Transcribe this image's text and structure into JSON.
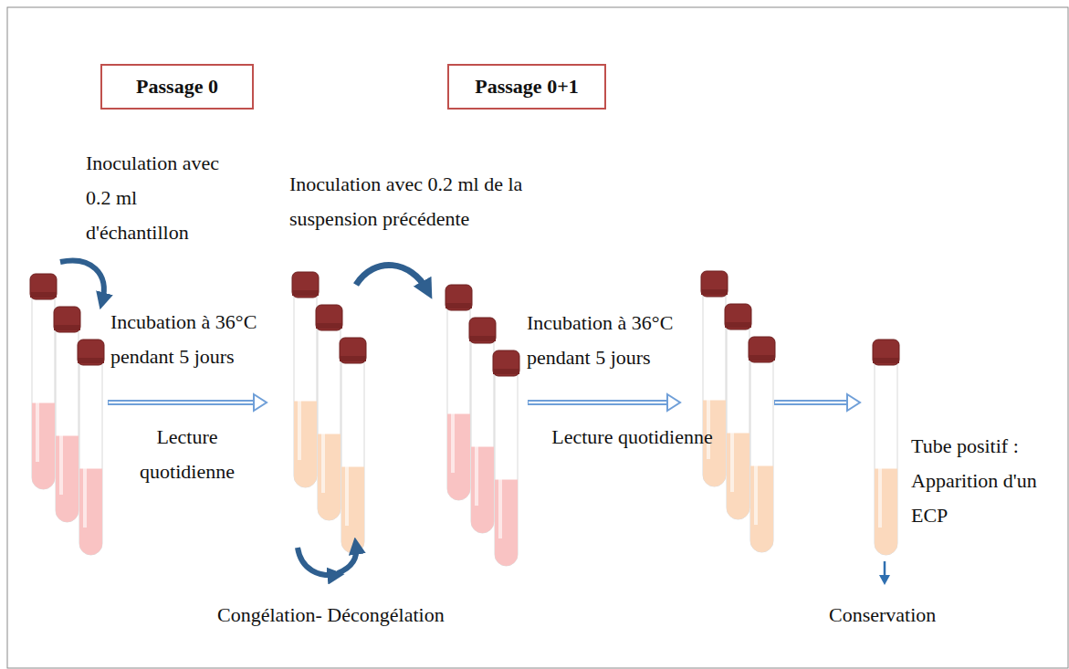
{
  "diagram": {
    "nodes": [
      {
        "text": [
          "Passage 0"
        ]
      },
      {
        "text": [
          "Passage 0+1"
        ]
      }
    ],
    "labels": [
      "Inoculation avec 0.2 ml d'échantillon",
      "Incubation à 36°C pendant 5 jours",
      "Lecture quotidienne",
      "Inoculation avec 0.2 ml de la suspension précédente",
      "Incubation à 36°C pendant 5 jours",
      "Lecture quotidienne",
      "Congélation- Décongélation",
      "Tube positif : Apparition d'un ECP",
      "Conservation"
    ]
  }
}
